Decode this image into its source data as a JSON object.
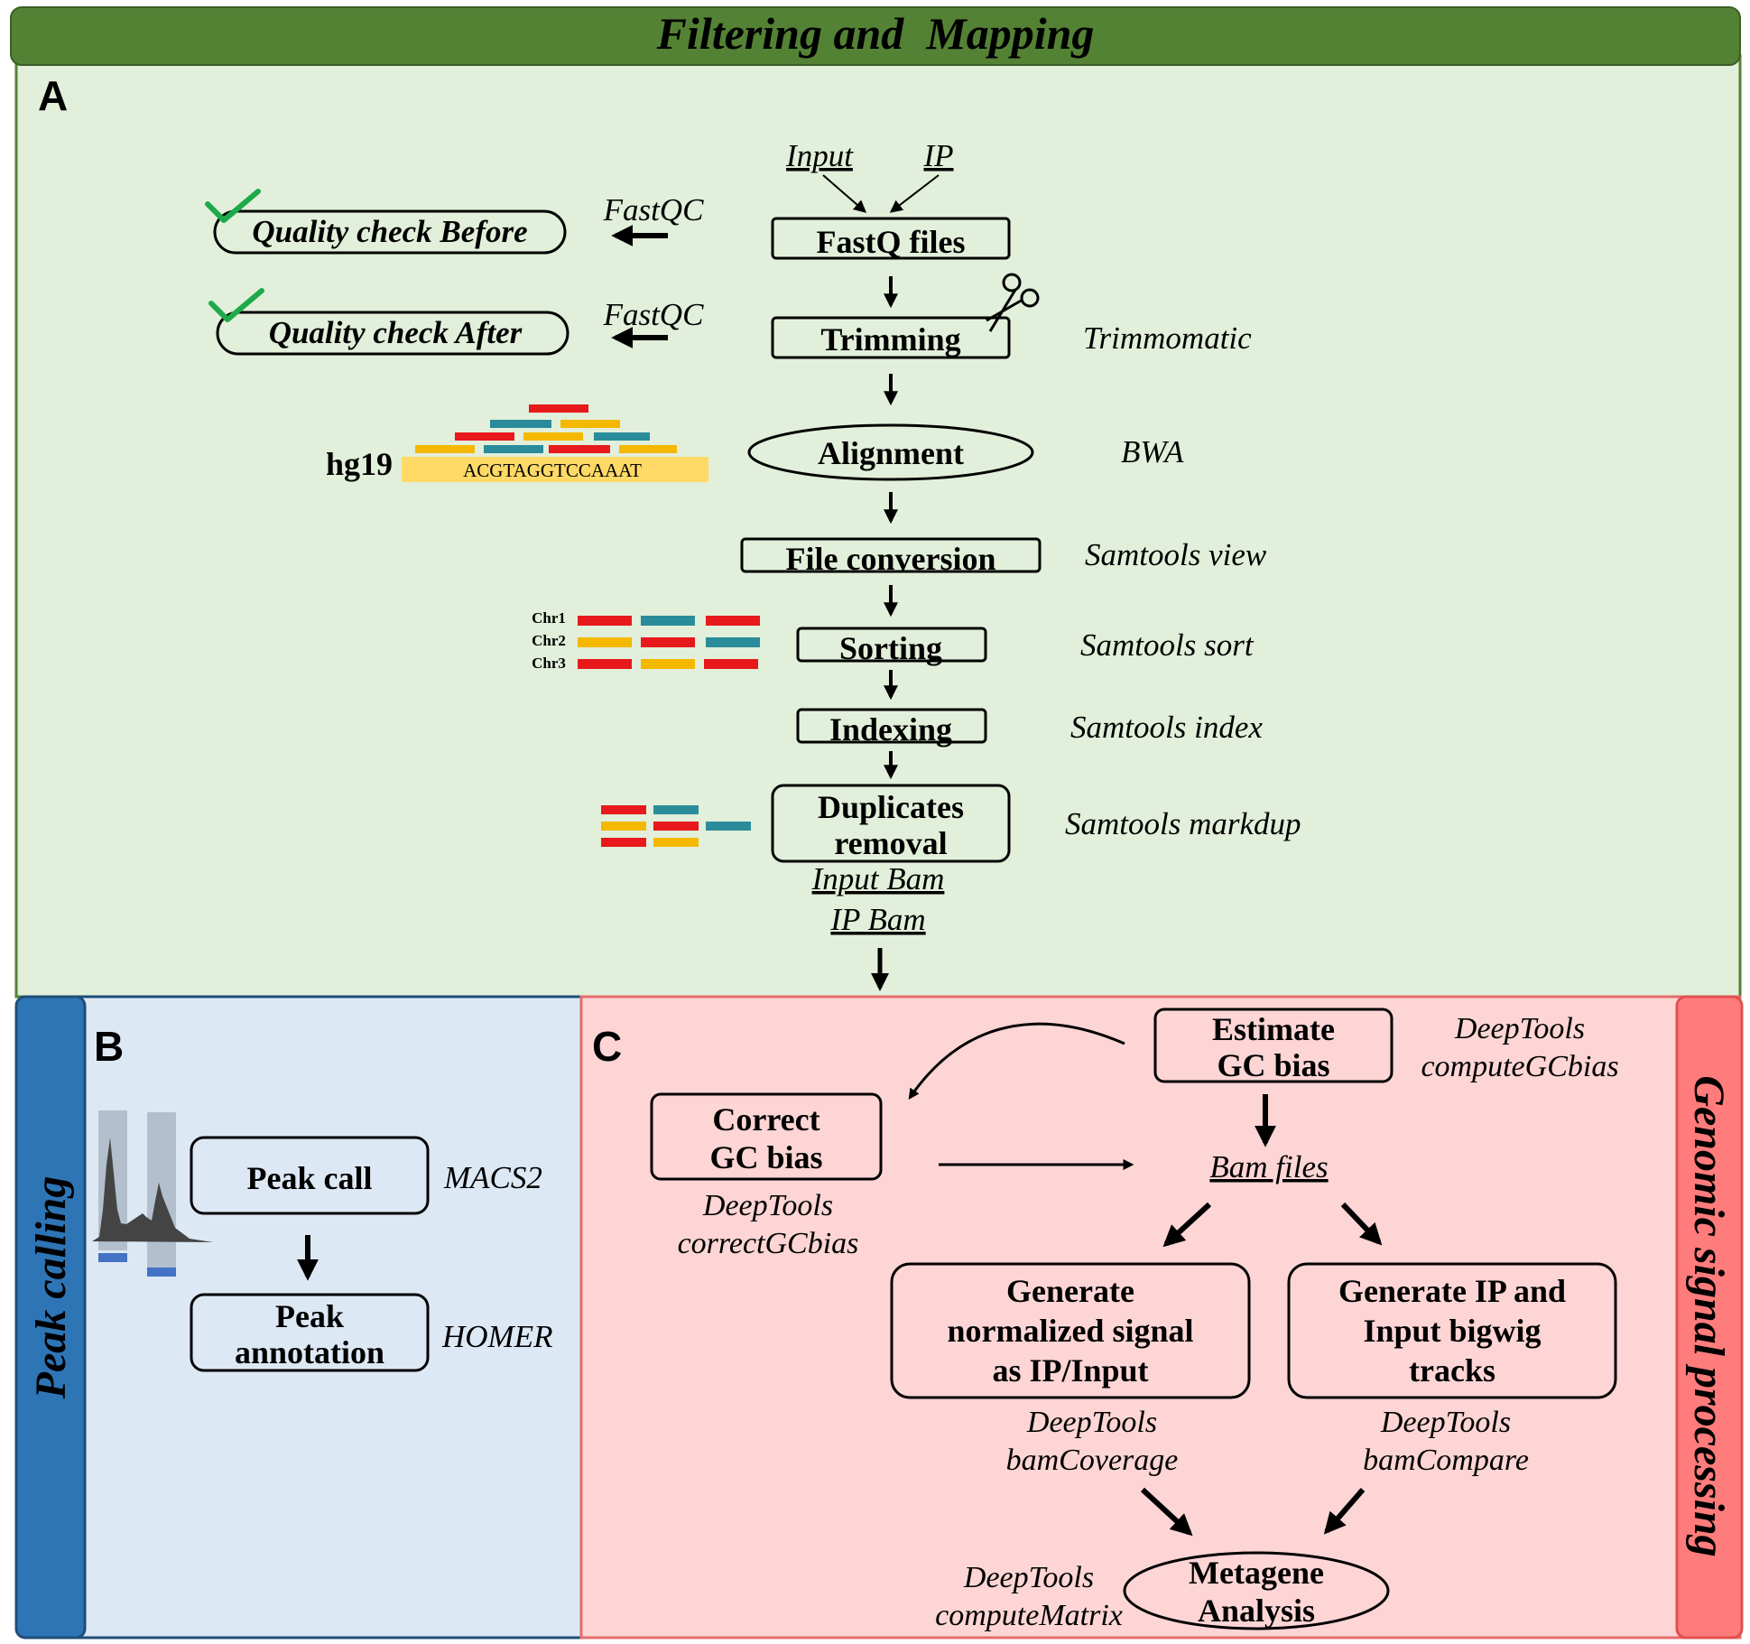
{
  "header": {
    "title": "Filtering and  Mapping"
  },
  "panels": {
    "a": {
      "letter": "A"
    },
    "b": {
      "letter": "B",
      "side_title": "Peak calling"
    },
    "c": {
      "letter": "C",
      "side_title": "Genomic signal processing"
    }
  },
  "colors": {
    "header_green": "#548235",
    "panel_a_bg": "#E2EFDA",
    "panel_b_bg": "#DDE8F5",
    "panel_b_side": "#2E75B6",
    "panel_c_bg": "#FDD5D5",
    "panel_c_side": "#FF7C7C",
    "read_red": "#E8191C",
    "read_teal": "#2A8C9A",
    "read_yellow": "#F5B800",
    "ref_yellow": "#FFD966",
    "check_green": "#1DAA4A"
  },
  "pipeline": {
    "inputs": {
      "input": "Input",
      "ip": "IP"
    },
    "steps": [
      {
        "label": "FastQ files",
        "tool": ""
      },
      {
        "label": "Trimming",
        "tool": "Trimmomatic"
      },
      {
        "label": "Alignment",
        "tool": "BWA"
      },
      {
        "label": "File conversion",
        "tool": "Samtools view"
      },
      {
        "label": "Sorting",
        "tool": "Samtools sort"
      },
      {
        "label": "Indexing",
        "tool": "Samtools index"
      },
      {
        "label_line1": "Duplicates",
        "label_line2": "removal",
        "tool": "Samtools markdup"
      }
    ],
    "outputs": {
      "input_bam": "Input Bam",
      "ip_bam": "IP Bam"
    }
  },
  "quality_checks": [
    {
      "label": "Quality check Before",
      "tool": "FastQC"
    },
    {
      "label": "Quality check After",
      "tool": "FastQC"
    }
  ],
  "alignment_illustration": {
    "genome": "hg19",
    "sequence": "ACGTAGGTCCAAAT"
  },
  "sorting_illustration": {
    "chromosomes": [
      "Chr1",
      "Chr2",
      "Chr3"
    ]
  },
  "panel_b": {
    "steps": [
      {
        "label": "Peak call",
        "tool": "MACS2"
      },
      {
        "label_line1": "Peak",
        "label_line2": "annotation",
        "tool": "HOMER"
      }
    ]
  },
  "panel_c": {
    "estimate": {
      "line1": "Estimate",
      "line2": "GC bias",
      "tool_line1": "DeepTools",
      "tool_line2": "computeGCbias"
    },
    "correct": {
      "line1": "Correct",
      "line2": "GC bias",
      "tool_line1": "DeepTools",
      "tool_line2": "correctGCbias"
    },
    "bam_files": "Bam files",
    "normalized": {
      "line1": "Generate",
      "line2": "normalized signal",
      "line3": "as IP/Input",
      "tool_line1": "DeepTools",
      "tool_line2": "bamCoverage"
    },
    "bigwig": {
      "line1": "Generate IP and",
      "line2": "Input bigwig",
      "line3": "tracks",
      "tool_line1": "DeepTools",
      "tool_line2": "bamCompare"
    },
    "metagene": {
      "line1": "Metagene",
      "line2": "Analysis",
      "tool_line1": "DeepTools",
      "tool_line2": "computeMatrix"
    }
  }
}
